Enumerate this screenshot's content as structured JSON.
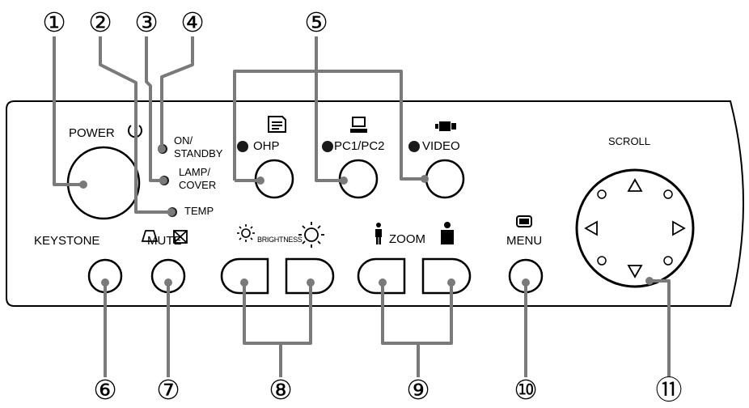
{
  "callouts": [
    "①",
    "②",
    "③",
    "④",
    "⑤",
    "⑥",
    "⑦",
    "⑧",
    "⑨",
    "⑩",
    "⑪"
  ],
  "labels": {
    "power": "POWER",
    "on_standby_1": "ON/",
    "on_standby_2": "STANDBY",
    "lamp_cover_1": "LAMP/",
    "lamp_cover_2": "COVER",
    "temp": "TEMP",
    "ohp": "OHP",
    "pc": "PC1/PC2",
    "video": "VIDEO",
    "scroll": "SCROLL",
    "keystone": "KEYSTONE",
    "mute": "MUTE",
    "brightness": "BRIGHTNESS",
    "zoom": "ZOOM",
    "menu": "MENU"
  },
  "colors": {
    "ink": "#000000",
    "leader": "#7a7a7a",
    "led": "#1a1a1a"
  }
}
